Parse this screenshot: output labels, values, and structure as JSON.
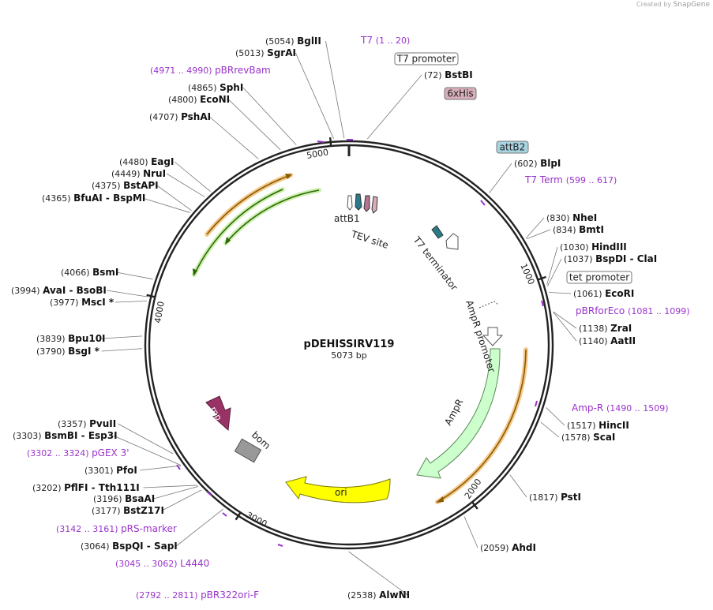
{
  "header": {
    "created_by": "Created by",
    "app": "SnapGene"
  },
  "plasmid": {
    "name": "pDEHISSIRV119",
    "length_label": "5073 bp",
    "length": 5073
  },
  "colors": {
    "primer": "#9933cc",
    "backbone": "#222222",
    "site_line": "#666666"
  },
  "ticks": [
    "1000",
    "2000",
    "3000",
    "4000",
    "5000"
  ],
  "enzymes": [
    {
      "pos": "(5054)",
      "name": "BglII"
    },
    {
      "pos": "(5013)",
      "name": "SgrAI"
    },
    {
      "pos": "(4865)",
      "name": "SphI"
    },
    {
      "pos": "(4800)",
      "name": "EcoNI"
    },
    {
      "pos": "(4707)",
      "name": "PshAI"
    },
    {
      "pos": "(4480)",
      "name": "EagI"
    },
    {
      "pos": "(4449)",
      "name": "NruI"
    },
    {
      "pos": "(4375)",
      "name": "BstAPI"
    },
    {
      "pos": "(4365)",
      "name": "BfuAI",
      "name2": "BspMI"
    },
    {
      "pos": "(4066)",
      "name": "BsmI"
    },
    {
      "pos": "(3994)",
      "name": "AvaI",
      "name2": "BsoBI"
    },
    {
      "pos": "(3977)",
      "name": "MscI *"
    },
    {
      "pos": "(3839)",
      "name": "Bpu10I"
    },
    {
      "pos": "(3790)",
      "name": "BsgI *"
    },
    {
      "pos": "(3357)",
      "name": "PvuII"
    },
    {
      "pos": "(3303)",
      "name": "BsmBI",
      "name2": "Esp3I"
    },
    {
      "pos": "(3301)",
      "name": "PfoI"
    },
    {
      "pos": "(3202)",
      "name": "PflFI",
      "name2": "Tth111I"
    },
    {
      "pos": "(3196)",
      "name": "BsaAI"
    },
    {
      "pos": "(3177)",
      "name": "BstZ17I"
    },
    {
      "pos": "(3064)",
      "name": "BspQI",
      "name2": "SapI"
    },
    {
      "pos": "(2538)",
      "name": "AlwNI"
    },
    {
      "pos": "(72)",
      "name": "BstBI"
    },
    {
      "pos": "(602)",
      "name": "BlpI"
    },
    {
      "pos": "(830)",
      "name": "NheI"
    },
    {
      "pos": "(834)",
      "name": "BmtI"
    },
    {
      "pos": "(1030)",
      "name": "HindIII"
    },
    {
      "pos": "(1037)",
      "name": "BspDI",
      "name2": "ClaI"
    },
    {
      "pos": "(1061)",
      "name": "EcoRI"
    },
    {
      "pos": "(1138)",
      "name": "ZraI"
    },
    {
      "pos": "(1140)",
      "name": "AatII"
    },
    {
      "pos": "(1517)",
      "name": "HincII"
    },
    {
      "pos": "(1578)",
      "name": "ScaI"
    },
    {
      "pos": "(1817)",
      "name": "PstI"
    },
    {
      "pos": "(2059)",
      "name": "AhdI"
    }
  ],
  "primers": [
    {
      "name": "T7",
      "range": "(1 .. 20)"
    },
    {
      "name": "pBRrevBam",
      "range": "(4971 .. 4990)"
    },
    {
      "name": "T7 Term",
      "range": "(599 .. 617)"
    },
    {
      "name": "pBRforEco",
      "range": "(1081 .. 1099)"
    },
    {
      "name": "Amp-R",
      "range": "(1490 .. 1509)"
    },
    {
      "name": "pGEX 3'",
      "range": "(3302 .. 3324)"
    },
    {
      "name": "pRS-marker",
      "range": "(3142 .. 3161)"
    },
    {
      "name": "L4440",
      "range": "(3045 .. 3062)"
    },
    {
      "name": "pBR322ori-F",
      "range": "(2792 .. 2811)"
    }
  ],
  "boxed_features": [
    {
      "name": "T7 promoter",
      "color": "#ffffff"
    },
    {
      "name": "6xHis",
      "color": "#d9aebb"
    },
    {
      "name": "attB2",
      "color": "#a8d4e2"
    },
    {
      "name": "tet promoter",
      "color": "#ffffff"
    }
  ],
  "features": [
    {
      "name": "attB1"
    },
    {
      "name": "TEV site"
    },
    {
      "name": "T7 terminator"
    },
    {
      "name": "AmpR promoter"
    },
    {
      "name": "AmpR",
      "color": "#ccffcc"
    },
    {
      "name": "ori",
      "color": "#ffff00"
    },
    {
      "name": "rop",
      "color": "#993366"
    },
    {
      "name": "bom",
      "color": "#999999"
    }
  ]
}
